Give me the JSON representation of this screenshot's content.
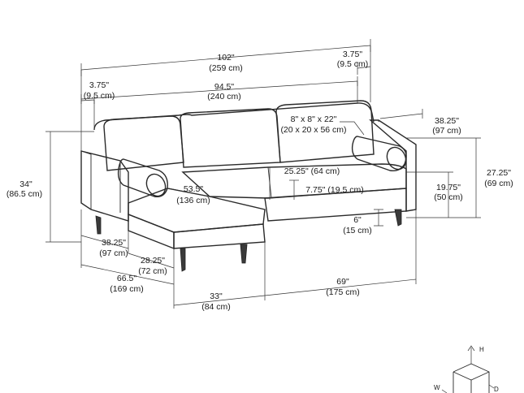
{
  "dimensions": {
    "total_width": "102\"",
    "total_width_cm": "(259 cm)",
    "arm_right": "3.75\"",
    "arm_right_cm": "(9.5 cm)",
    "arm_left": "3.75\"",
    "arm_left_cm": "(9.5 cm)",
    "inner_width": "94.5\"",
    "inner_width_cm": "(240 cm)",
    "pillow": "8\" x 8\" x 22\"",
    "pillow_cm": "(20 x 20 x 56 cm)",
    "depth_right": "38.25\"",
    "depth_right_cm": "(97 cm)",
    "height": "34\"",
    "height_cm": "(86.5 cm)",
    "seat_depth": "25.25\" (64 cm)",
    "chaise_depth_inner": "53.5\"",
    "chaise_depth_inner_cm": "(136 cm)",
    "seat_thickness": "7.75\" (19.5 cm)",
    "arm_height": "27.25\"",
    "arm_height_cm": "(69 cm)",
    "seat_height": "19.75\"",
    "seat_height_cm": "(50 cm)",
    "leg_height": "6\"",
    "leg_height_cm": "(15 cm)",
    "depth_left": "38.25\"",
    "depth_left_cm": "(97 cm)",
    "chaise_width": "28.25\"",
    "chaise_width_cm": "(72 cm)",
    "chaise_length": "66.5\"",
    "chaise_length_cm": "(169 cm)",
    "chaise_front": "33\"",
    "chaise_front_cm": "(84 cm)",
    "sofa_front": "69\"",
    "sofa_front_cm": "(175 cm)"
  },
  "axis_legend": {
    "h": "H",
    "w": "W",
    "d": "D"
  }
}
